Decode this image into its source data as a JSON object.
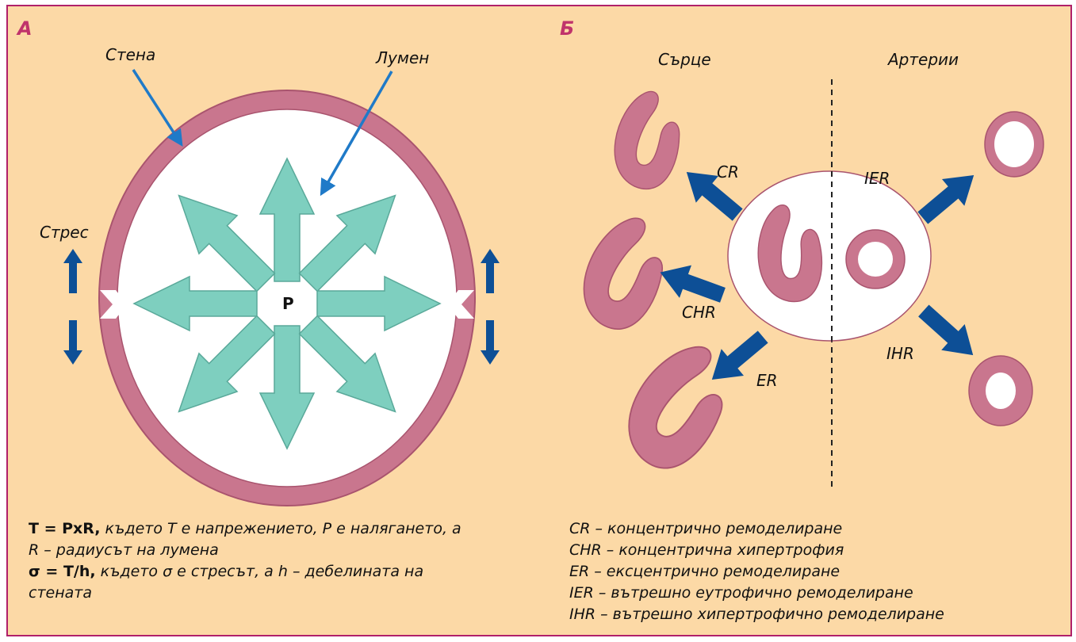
{
  "panel_a": {
    "letter": "A",
    "wall_label": "Стена",
    "lumen_label": "Лумен",
    "stress_label": "Стрес",
    "pressure_label": "P",
    "formula1_bold": "T = PxR,",
    "formula1_text": " където T е напрежението, P е налягането, а",
    "formula1_line2": "R – радиусът на лумена",
    "formula2_bold": "σ = T/h,",
    "formula2_text": " където σ е стресът, а h – дебелината на",
    "formula2_line2": "стената"
  },
  "panel_b": {
    "letter": "Б",
    "heart_label": "Сърце",
    "arteries_label": "Артерии",
    "arrows": {
      "cr": "CR",
      "chr": "CHR",
      "er": "ER",
      "ier": "IER",
      "ihr": "IHR"
    },
    "legend": [
      "CR – концентрично ремоделиране",
      "CHR – концентрична хипертрофия",
      "ER – ексцентрично ремоделиране",
      "IER – вътрешно еутрофично ремоделиране",
      "IHR – вътрешно хипертрофично ремоделиране"
    ]
  },
  "colors": {
    "background": "#fcd9a6",
    "border": "#b0206a",
    "wall": "#c9768e",
    "force_arrow": "#7ecfbf",
    "pointer": "#1f7ac8",
    "direction_arrow": "#0d4f96"
  }
}
